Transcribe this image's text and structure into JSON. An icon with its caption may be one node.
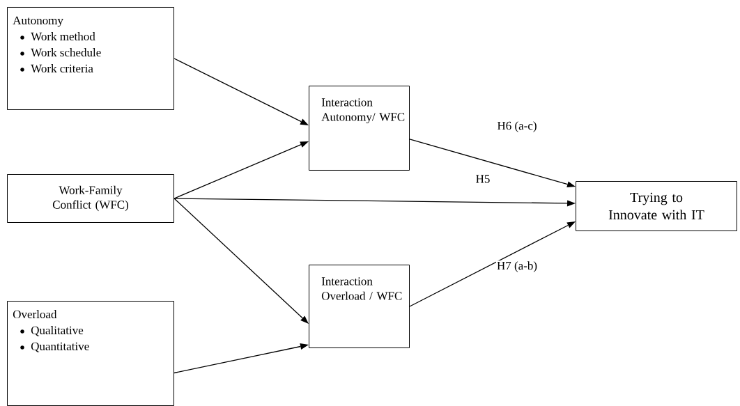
{
  "diagram": {
    "nodes": [
      {
        "text": [
          "Autonomy",
          "Work method",
          "Work schedule",
          "Work criteria"
        ]
      },
      {
        "text": [
          "Work-Family Conflict (WFC)"
        ]
      },
      {
        "text": [
          "Overload",
          "Qualitative",
          "Quantitative"
        ]
      },
      {
        "text": [
          "Interaction Autonomy/ WFC"
        ]
      },
      {
        "text": [
          "Interaction Overload / WFC"
        ]
      },
      {
        "text": [
          "Trying to Innovate with IT"
        ]
      }
    ],
    "edges": [
      {
        "from": 0,
        "to": 3,
        "arrow": "to"
      },
      {
        "from": 1,
        "to": 3,
        "arrow": "to"
      },
      {
        "from": 1,
        "to": 5,
        "arrow": "to",
        "label": "H5"
      },
      {
        "from": 1,
        "to": 4,
        "arrow": "to"
      },
      {
        "from": 2,
        "to": 4,
        "arrow": "to"
      },
      {
        "from": 3,
        "to": 5,
        "arrow": "to",
        "label": "H6 (a-c)"
      },
      {
        "from": 4,
        "to": 5,
        "arrow": "to",
        "label": "H7 (a-b)"
      }
    ]
  }
}
